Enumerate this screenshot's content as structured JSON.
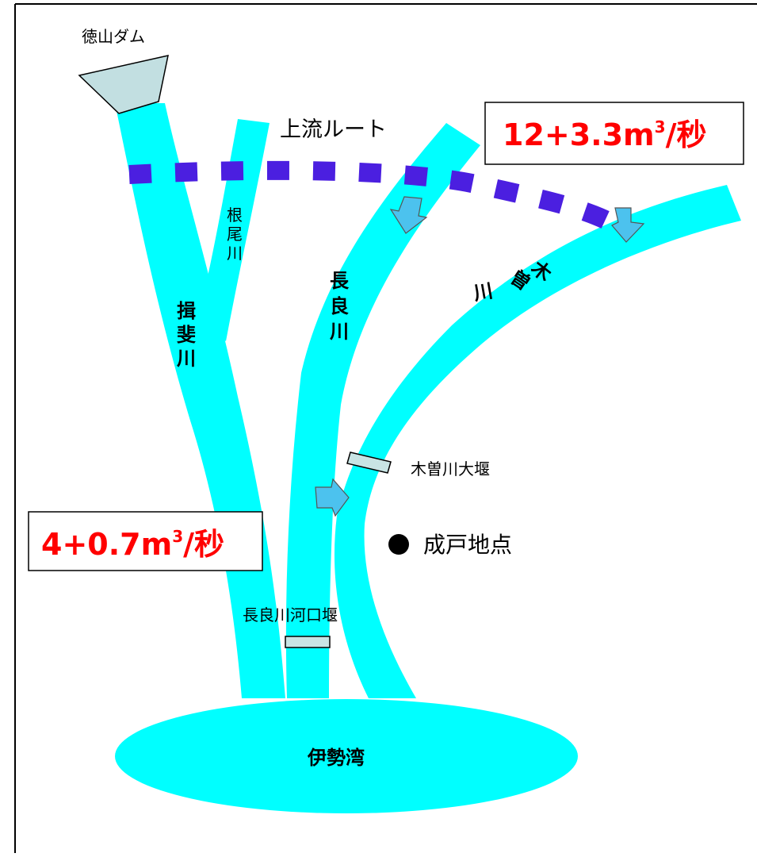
{
  "labels": {
    "dam": "徳山ダム",
    "route": "上流ルート",
    "tributary_neo": "根尾川",
    "river_ibi": "揖斐川",
    "river_nagara": "長良川",
    "river_kiso": "木曽川",
    "weir_kiso": "木曽川大堰",
    "point_naruto": "成戸地点",
    "weir_nagara": "長良川河口堰",
    "bay": "伊勢湾"
  },
  "flows": {
    "upper": {
      "prefix": "12+3.3m",
      "sup": "3",
      "suffix": "/秒"
    },
    "lower": {
      "prefix": "4+0.7m",
      "sup": "3",
      "suffix": "/秒"
    }
  },
  "colors": {
    "river": "#00ffff",
    "route": "#4b1fe0",
    "arrow": "#4cc2ee",
    "dam": "#c2dfe1",
    "weir": "#c8e4e4",
    "flow_text": "#ff0000"
  }
}
